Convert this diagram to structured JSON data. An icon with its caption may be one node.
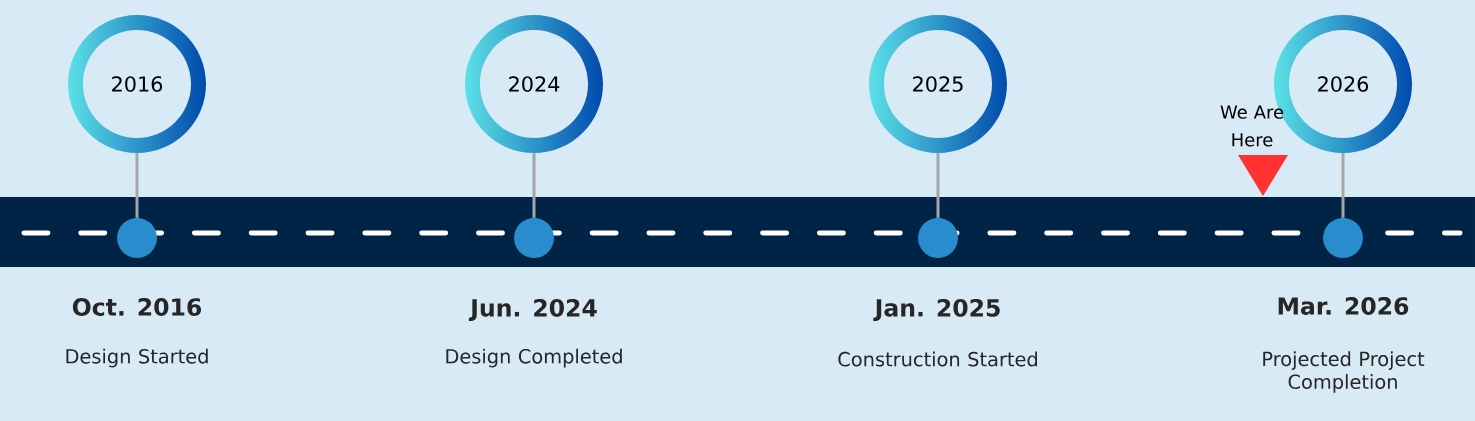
{
  "diagram": {
    "nodes": [
      {
        "text": [
          "2016"
        ]
      },
      {
        "text": [
          "2024"
        ]
      },
      {
        "text": [
          "2025"
        ]
      },
      {
        "text": [
          "2026"
        ]
      },
      {
        "text": [],
        "shape": "circle",
        "beside": [
          "Oct. 2016",
          "Design Started"
        ]
      },
      {
        "text": [],
        "shape": "circle",
        "beside": [
          "Jun. 2024",
          "Design Completed"
        ]
      },
      {
        "text": [],
        "shape": "circle",
        "beside": [
          "Jan. 2025",
          "Construction Started"
        ]
      },
      {
        "text": [],
        "shape": "circle",
        "beside": [
          "Mar. 2026",
          "Projected Project Completion"
        ]
      }
    ],
    "edges": [
      {
        "from": 0,
        "to": 4,
        "arrow": "none"
      },
      {
        "from": 1,
        "to": 5,
        "arrow": "none"
      },
      {
        "from": 2,
        "to": 6,
        "arrow": "none"
      },
      {
        "from": 3,
        "to": 7,
        "arrow": "none"
      }
    ],
    "labels": [
      "We Are Here"
    ]
  }
}
